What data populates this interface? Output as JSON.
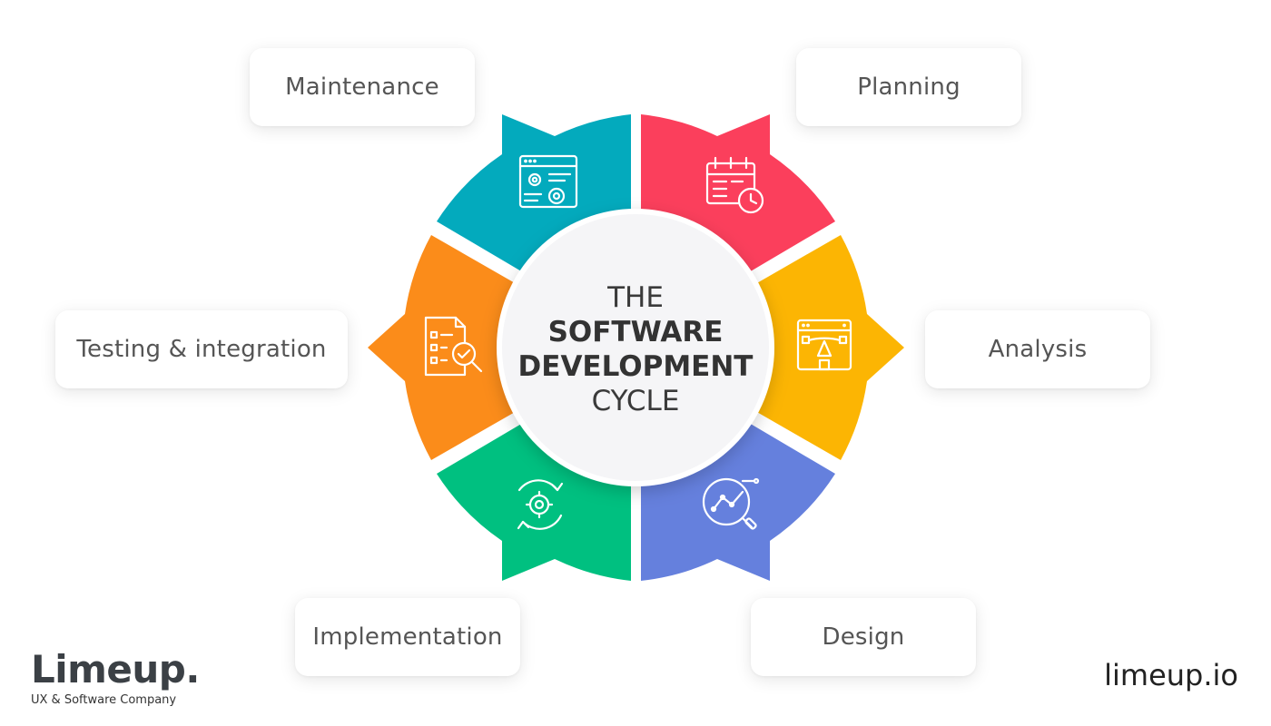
{
  "center": {
    "line1": "THE",
    "line2": "SOFTWARE",
    "line3": "DEVELOPMENT",
    "line4": "CYCLE"
  },
  "stages": [
    {
      "label": "Planning",
      "color": "#fb3f5c",
      "icon": "calendar-clock-icon"
    },
    {
      "label": "Analysis",
      "color": "#fcb503",
      "icon": "analysis-browser-icon"
    },
    {
      "label": "Design",
      "color": "#6580dd",
      "icon": "design-magnifier-chart-icon"
    },
    {
      "label": "Implementation",
      "color": "#00c080",
      "icon": "gear-cycle-icon"
    },
    {
      "label": "Testing & integration",
      "color": "#fb8c1a",
      "icon": "checklist-magnifier-icon"
    },
    {
      "label": "Maintenance",
      "color": "#03aabd",
      "icon": "browser-gears-icon"
    }
  ],
  "brand": {
    "name": "Limeup.",
    "tagline": "UX & Software Company"
  },
  "site": "limeup.io"
}
